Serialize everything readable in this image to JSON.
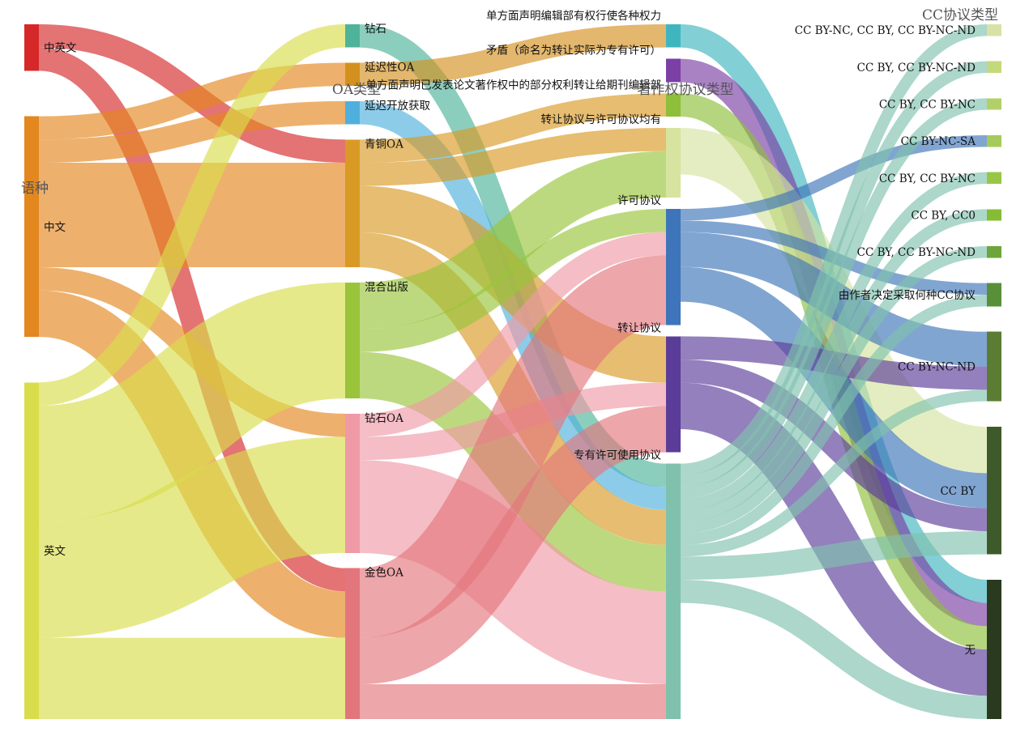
{
  "columns": [
    {
      "key": "lang",
      "title": "语种"
    },
    {
      "key": "oa",
      "title": "OA类型"
    },
    {
      "key": "copyright",
      "title": "著作权协议类型"
    },
    {
      "key": "cc",
      "title": "CC协议类型"
    }
  ],
  "nodes": [
    {
      "id": "zhen",
      "column": "lang",
      "label": "中英文",
      "color": "#d62828"
    },
    {
      "id": "zh",
      "column": "lang",
      "label": "中文",
      "color": "#e3871f"
    },
    {
      "id": "en",
      "column": "lang",
      "label": "英文",
      "color": "#d9dd4c"
    },
    {
      "id": "zuanshi",
      "column": "oa",
      "label": "钻石",
      "color": "#4fb39a"
    },
    {
      "id": "yanchi",
      "column": "oa",
      "label": "延迟性OA",
      "color": "#d4901e"
    },
    {
      "id": "yanchikf",
      "column": "oa",
      "label": "延迟开放获取",
      "color": "#50b0dd"
    },
    {
      "id": "qingtong",
      "column": "oa",
      "label": "青铜OA",
      "color": "#d99a25"
    },
    {
      "id": "hunhe",
      "column": "oa",
      "label": "混合出版",
      "color": "#9ac43a"
    },
    {
      "id": "zuanshioa",
      "column": "oa",
      "label": "钻石OA",
      "color": "#ef9aa6"
    },
    {
      "id": "jinse",
      "column": "oa",
      "label": "金色OA",
      "color": "#e3767d"
    },
    {
      "id": "c_unilateral",
      "column": "copyright",
      "label": "单方面声明编辑部有权行使各种权力",
      "color": "#3fb6bf"
    },
    {
      "id": "c_maodun",
      "column": "copyright",
      "label": "矛盾（命名为转让实际为专有许可）",
      "color": "#7b3fa5"
    },
    {
      "id": "c_partial",
      "column": "copyright",
      "label": "单方面声明已发表论文著作权中的部分权利转让给期刊编辑部",
      "color": "#8dbf3a"
    },
    {
      "id": "c_both",
      "column": "copyright",
      "label": "转让协议与许可协议均有",
      "color": "#d6e4a0"
    },
    {
      "id": "c_license",
      "column": "copyright",
      "label": "许可协议",
      "color": "#3e74b9"
    },
    {
      "id": "c_transfer",
      "column": "copyright",
      "label": "转让协议",
      "color": "#5b3c99"
    },
    {
      "id": "c_exclusive",
      "column": "copyright",
      "label": "专有许可使用协议",
      "color": "#7fc1ad"
    },
    {
      "id": "cc1",
      "column": "cc",
      "label": "CC BY-NC, CC BY, CC BY-NC-ND",
      "color": "#d8e2a4"
    },
    {
      "id": "cc2",
      "column": "cc",
      "label": "CC BY, CC BY-NC-ND",
      "color": "#c4d97a"
    },
    {
      "id": "cc3",
      "column": "cc",
      "label": "CC BY, CC BY-NC",
      "color": "#b3d068"
    },
    {
      "id": "cc4",
      "column": "cc",
      "label": "CC BY-NC-SA",
      "color": "#a7cb5a"
    },
    {
      "id": "cc5",
      "column": "cc",
      "label": "CC BY, CC BY-NC",
      "color": "#98c646"
    },
    {
      "id": "cc6",
      "column": "cc",
      "label": "CC BY, CC0",
      "color": "#86bc35"
    },
    {
      "id": "cc7",
      "column": "cc",
      "label": "CC BY, CC BY-NC-ND",
      "color": "#6ea53a"
    },
    {
      "id": "cc8",
      "column": "cc",
      "label": "由作者决定采取何种CC协议",
      "color": "#5a8f3a"
    },
    {
      "id": "cc9",
      "column": "cc",
      "label": "CC BY-NC-ND",
      "color": "#5a7d33"
    },
    {
      "id": "cc10",
      "column": "cc",
      "label": "CC BY",
      "color": "#3f5a2a"
    },
    {
      "id": "cc11",
      "column": "cc",
      "label": "无",
      "color": "#2a3a1f"
    }
  ],
  "links": [
    {
      "source": "zhen",
      "target": "qingtong",
      "value": 2
    },
    {
      "source": "zhen",
      "target": "jinse",
      "value": 2
    },
    {
      "source": "zh",
      "target": "yanchi",
      "value": 2
    },
    {
      "source": "zh",
      "target": "yanchikf",
      "value": 2
    },
    {
      "source": "zh",
      "target": "qingtong",
      "value": 9
    },
    {
      "source": "zh",
      "target": "zuanshioa",
      "value": 2
    },
    {
      "source": "zh",
      "target": "jinse",
      "value": 4
    },
    {
      "source": "en",
      "target": "zuanshi",
      "value": 2
    },
    {
      "source": "en",
      "target": "hunhe",
      "value": 10
    },
    {
      "source": "en",
      "target": "zuanshioa",
      "value": 10
    },
    {
      "source": "en",
      "target": "jinse",
      "value": 7
    },
    {
      "source": "zuanshi",
      "target": "c_exclusive",
      "value": 2
    },
    {
      "source": "yanchi",
      "target": "c_unilateral",
      "value": 2
    },
    {
      "source": "yanchikf",
      "target": "c_exclusive",
      "value": 2
    },
    {
      "source": "qingtong",
      "target": "c_partial",
      "value": 2
    },
    {
      "source": "qingtong",
      "target": "c_both",
      "value": 2
    },
    {
      "source": "qingtong",
      "target": "c_transfer",
      "value": 4
    },
    {
      "source": "qingtong",
      "target": "c_exclusive",
      "value": 3
    },
    {
      "source": "hunhe",
      "target": "c_both",
      "value": 4
    },
    {
      "source": "hunhe",
      "target": "c_license",
      "value": 2
    },
    {
      "source": "hunhe",
      "target": "c_exclusive",
      "value": 4
    },
    {
      "source": "zuanshioa",
      "target": "c_license",
      "value": 2
    },
    {
      "source": "zuanshioa",
      "target": "c_transfer",
      "value": 2
    },
    {
      "source": "zuanshioa",
      "target": "c_exclusive",
      "value": 8
    },
    {
      "source": "jinse",
      "target": "c_maodun",
      "value": 0
    },
    {
      "source": "jinse",
      "target": "c_license",
      "value": 6
    },
    {
      "source": "jinse",
      "target": "c_transfer",
      "value": 4
    },
    {
      "source": "jinse",
      "target": "c_exclusive",
      "value": 3
    },
    {
      "source": "c_unilateral",
      "target": "cc11",
      "value": 2
    },
    {
      "source": "c_maodun",
      "target": "cc11",
      "value": 2
    },
    {
      "source": "c_partial",
      "target": "cc11",
      "value": 2
    },
    {
      "source": "c_both",
      "target": "cc10",
      "value": 4
    },
    {
      "source": "c_license",
      "target": "cc4",
      "value": 1
    },
    {
      "source": "c_license",
      "target": "cc8",
      "value": 1
    },
    {
      "source": "c_license",
      "target": "cc9",
      "value": 3
    },
    {
      "source": "c_license",
      "target": "cc10",
      "value": 3
    },
    {
      "source": "c_transfer",
      "target": "cc9",
      "value": 2
    },
    {
      "source": "c_transfer",
      "target": "cc10",
      "value": 2
    },
    {
      "source": "c_transfer",
      "target": "cc11",
      "value": 4
    },
    {
      "source": "c_exclusive",
      "target": "cc1",
      "value": 1
    },
    {
      "source": "c_exclusive",
      "target": "cc2",
      "value": 1
    },
    {
      "source": "c_exclusive",
      "target": "cc3",
      "value": 1
    },
    {
      "source": "c_exclusive",
      "target": "cc5",
      "value": 1
    },
    {
      "source": "c_exclusive",
      "target": "cc6",
      "value": 1
    },
    {
      "source": "c_exclusive",
      "target": "cc7",
      "value": 1
    },
    {
      "source": "c_exclusive",
      "target": "cc8",
      "value": 1
    },
    {
      "source": "c_exclusive",
      "target": "cc9",
      "value": 1
    },
    {
      "source": "c_exclusive",
      "target": "cc10",
      "value": 2
    },
    {
      "source": "c_exclusive",
      "target": "cc11",
      "value": 2
    }
  ]
}
